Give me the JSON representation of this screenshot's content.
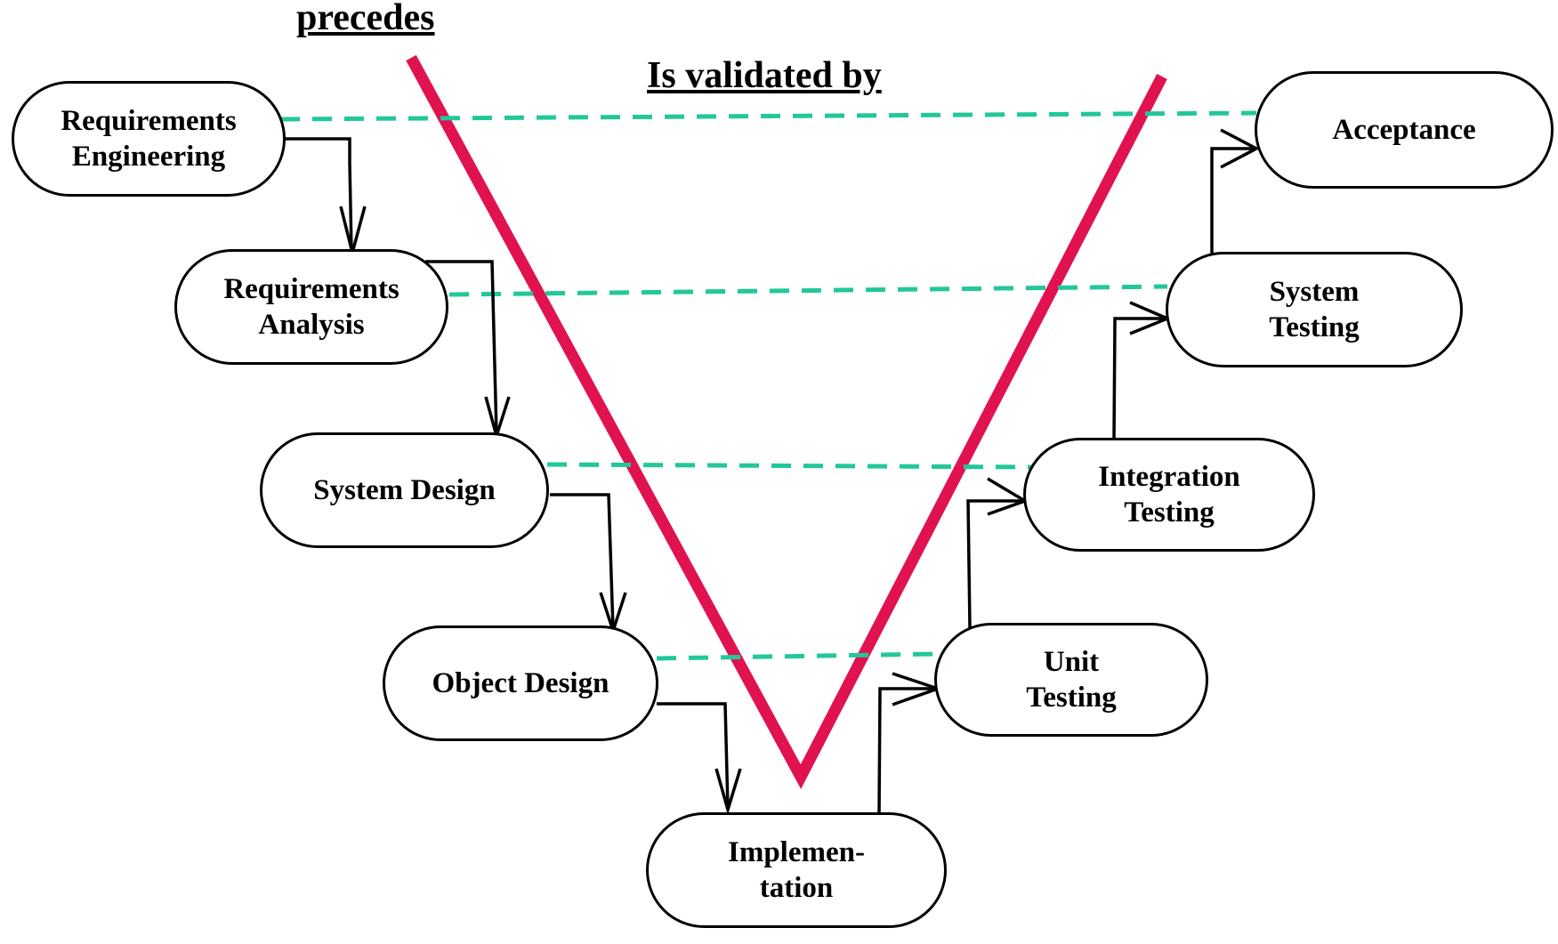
{
  "labels": {
    "precedes": "precedes",
    "validated_by": "Is validated by"
  },
  "colors": {
    "v_shape": "#e0124f",
    "validation_link": "#22c79a",
    "flow_arrow": "#000000"
  },
  "phases": {
    "requirements_engineering": [
      "Requirements",
      "Engineering"
    ],
    "requirements_analysis": [
      "Requirements",
      "Analysis"
    ],
    "system_design": [
      "System Design"
    ],
    "object_design": [
      "Object Design"
    ],
    "implementation": [
      "Implemen-",
      "tation"
    ],
    "unit_testing": [
      "Unit",
      "Testing"
    ],
    "integration_testing": [
      "Integration",
      "Testing"
    ],
    "system_testing": [
      "System",
      "Testing"
    ],
    "acceptance": [
      "Acceptance"
    ]
  }
}
